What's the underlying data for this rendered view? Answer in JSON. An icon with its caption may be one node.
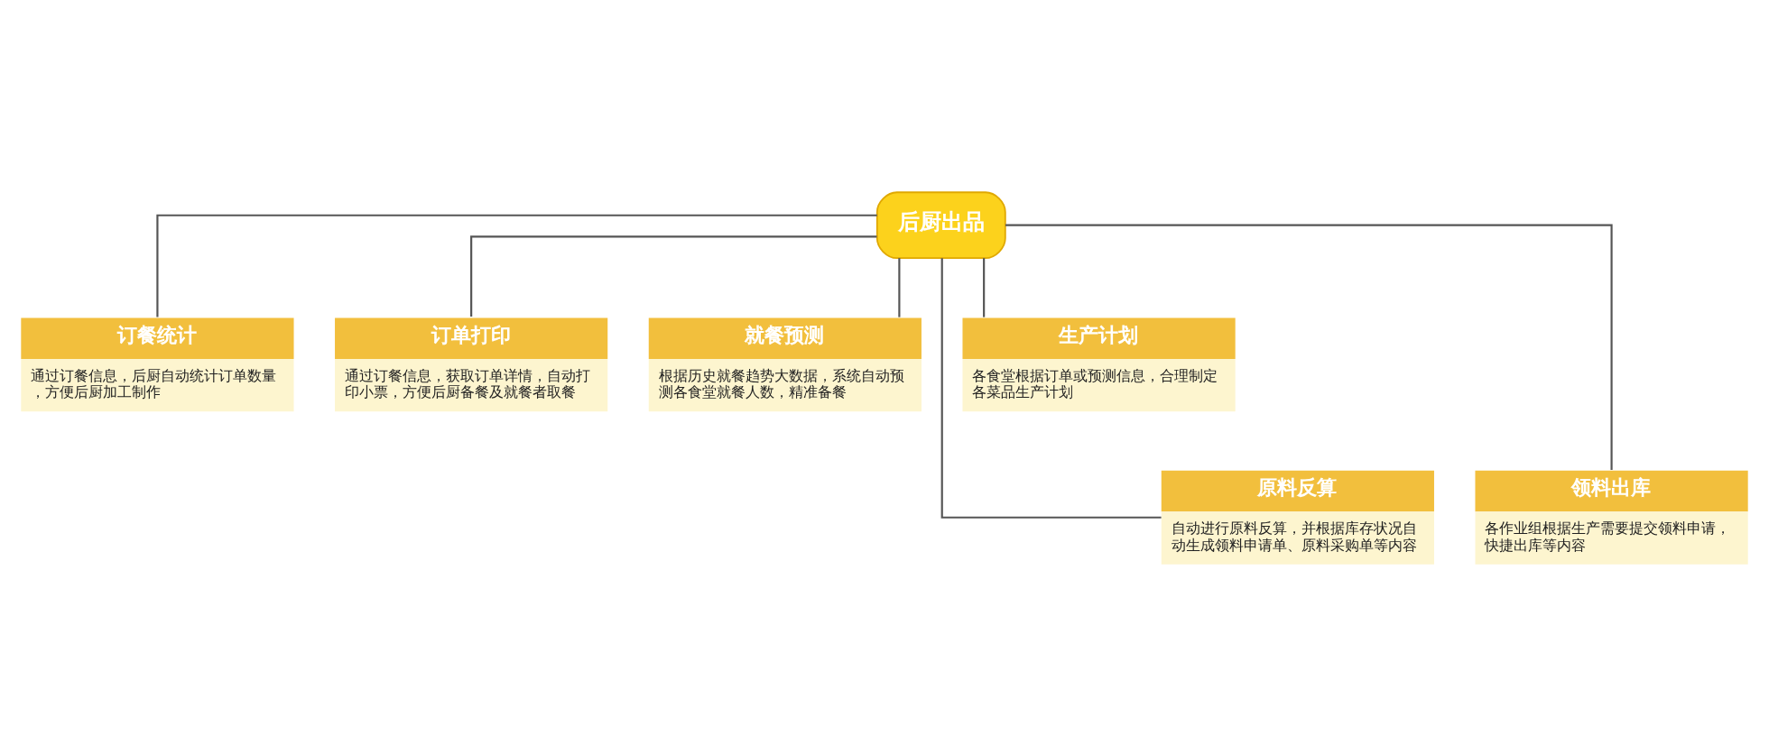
{
  "diagram": {
    "nodes": [
      {
        "text": [
          "后厨出品"
        ]
      },
      {
        "text": [
          "订餐统计",
          "通过订餐信息，后厨自动统计订单数量，方便后厨加工制作"
        ]
      },
      {
        "text": [
          "订单打印",
          "通过订餐信息，获取订单详情，自动打印小票，方便后厨备餐及就餐者取餐"
        ]
      },
      {
        "text": [
          "就餐预测",
          "根据历史就餐趋势大数据，系统自动预测各食堂就餐人数，精准备餐"
        ]
      },
      {
        "text": [
          "生产计划",
          "各食堂根据订单或预测信息，合理制定各菜品生产计划"
        ]
      },
      {
        "text": [
          "原料反算",
          "自动进行原料反算，并根据库存状况自动生成领料申请单、原料采购单等内容"
        ]
      },
      {
        "text": [
          "领料出库",
          "各作业组根据生产需要提交领料申请，快捷出库等内容"
        ]
      }
    ],
    "edges": [
      {
        "from": 0,
        "to": 1,
        "arrow": "none"
      },
      {
        "from": 0,
        "to": 2,
        "arrow": "none"
      },
      {
        "from": 0,
        "to": 3,
        "arrow": "none"
      },
      {
        "from": 0,
        "to": 4,
        "arrow": "none"
      },
      {
        "from": 0,
        "to": 5,
        "arrow": "none"
      },
      {
        "from": 0,
        "to": 6,
        "arrow": "none"
      }
    ]
  }
}
